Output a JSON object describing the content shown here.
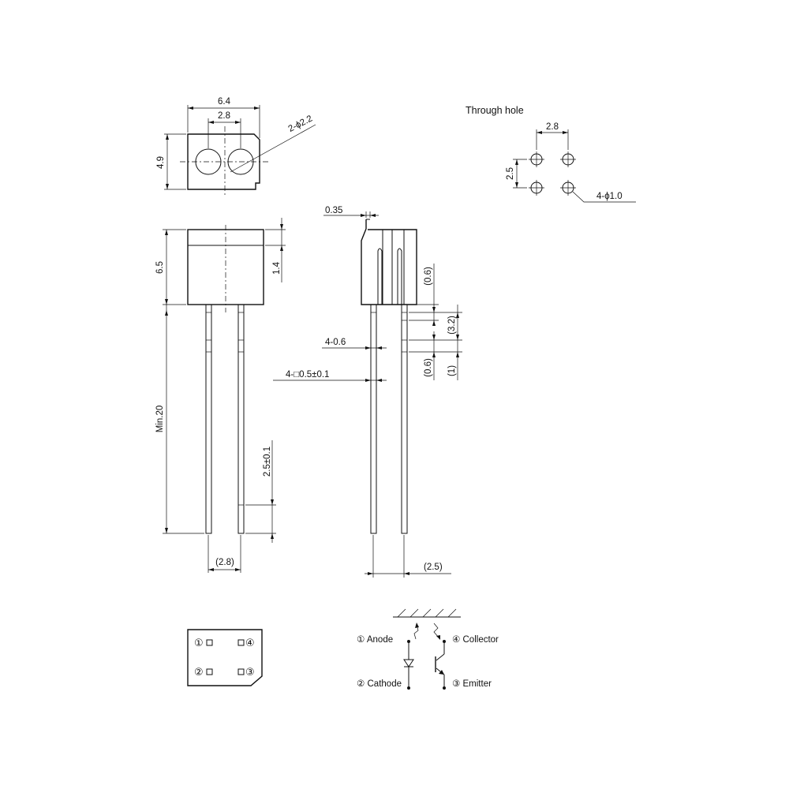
{
  "top_view": {
    "dim_width": "6.4",
    "dim_pitch": "2.8",
    "dim_hole": "2-ϕ2.2",
    "dim_depth": "4.9"
  },
  "front_view": {
    "dim_body_height": "6.5",
    "dim_cap": "1.4",
    "dim_lead_length": "Min.20",
    "dim_lead_tip": "2.5±0.1",
    "dim_lead_pitch": "(2.8)"
  },
  "side_view": {
    "dim_tab": "0.35",
    "dim_lead_width": "4-0.6",
    "dim_lead_square": "4-□0.5±0.1",
    "dim_a": "(0.6)",
    "dim_b": "(3.2)",
    "dim_c": "(0.6)",
    "dim_d": "(1)",
    "dim_lead_pitch": "(2.5)"
  },
  "through_hole": {
    "title": "Through hole",
    "dim_x": "2.8",
    "dim_y": "2.5",
    "dim_hole": "4-ϕ1.0"
  },
  "pin_view": {
    "pin1": "①",
    "pin2": "②",
    "pin3": "③",
    "pin4": "④"
  },
  "schematic": {
    "anode": "① Anode",
    "cathode": "② Cathode",
    "collector": "④ Collector",
    "emitter": "③ Emitter"
  }
}
